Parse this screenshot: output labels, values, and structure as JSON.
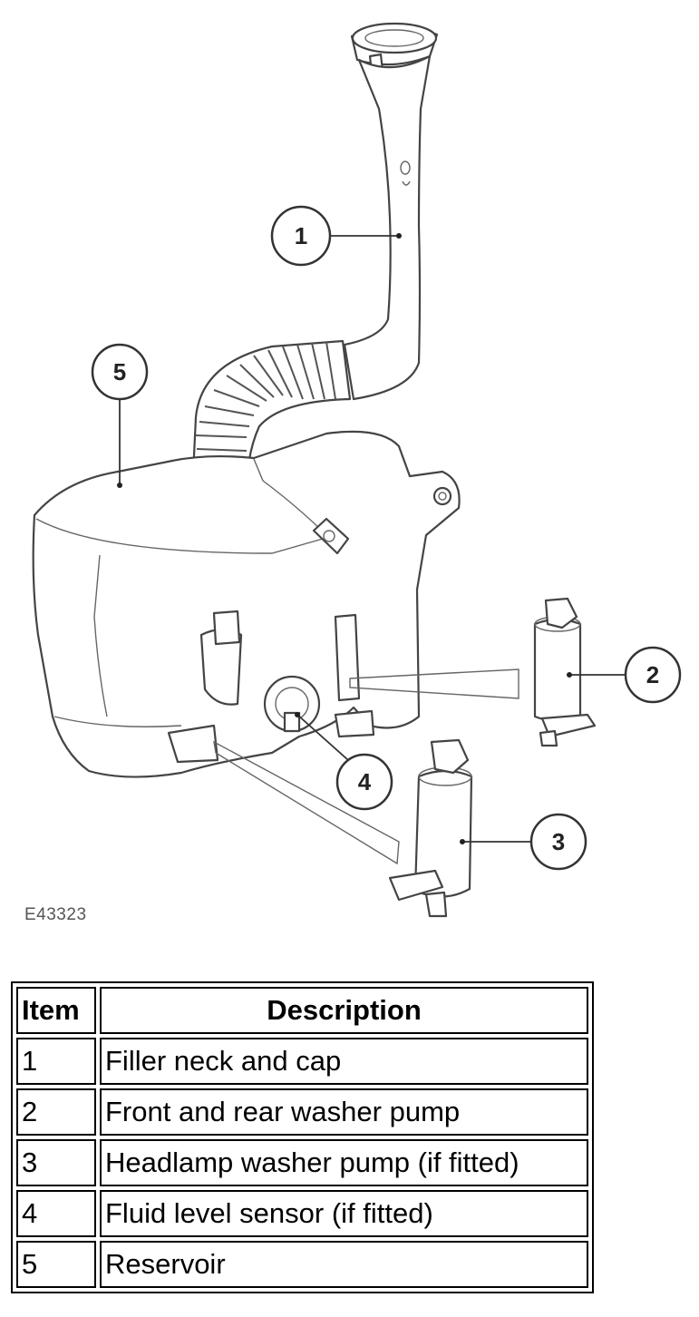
{
  "figure_id": "E43323",
  "callouts": [
    {
      "number": "1"
    },
    {
      "number": "2"
    },
    {
      "number": "3"
    },
    {
      "number": "4"
    },
    {
      "number": "5"
    }
  ],
  "legend": {
    "headers": {
      "item": "Item",
      "description": "Description"
    },
    "rows": [
      {
        "item": "1",
        "description": "Filler neck and cap"
      },
      {
        "item": "2",
        "description": "Front and rear washer pump"
      },
      {
        "item": "3",
        "description": "Headlamp washer pump (if fitted)"
      },
      {
        "item": "4",
        "description": "Fluid level sensor (if fitted)"
      },
      {
        "item": "5",
        "description": "Reservoir"
      }
    ]
  }
}
